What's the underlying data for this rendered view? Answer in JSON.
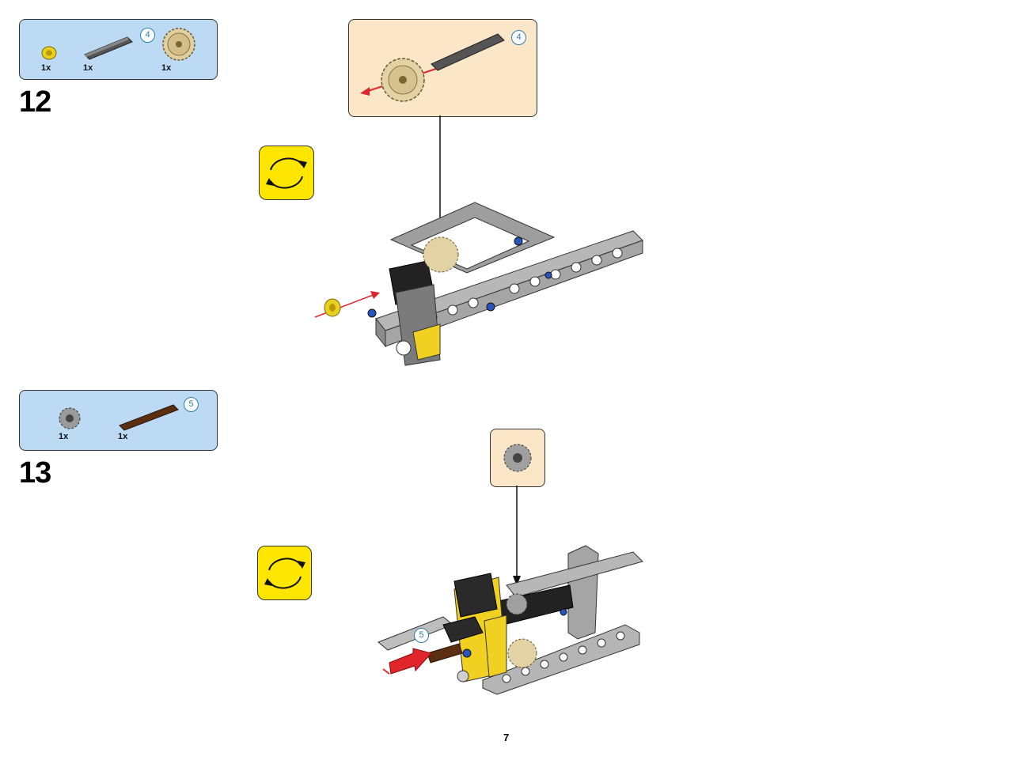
{
  "page": {
    "number": "7"
  },
  "steps": [
    {
      "number": "12",
      "parts": [
        {
          "qty": "1x",
          "icon": "bush-yellow-icon"
        },
        {
          "qty": "1x",
          "icon": "axle-grey-icon",
          "length_badge": "4"
        },
        {
          "qty": "1x",
          "icon": "gear-tan-icon"
        }
      ],
      "callout": {
        "length_badge": "4",
        "icon": "axle-gear-assembly-icon"
      },
      "rotate_icon": "rotate-model-icon"
    },
    {
      "number": "13",
      "parts": [
        {
          "qty": "1x",
          "icon": "gear-small-grey-icon"
        },
        {
          "qty": "1x",
          "icon": "axle-brown-icon",
          "length_badge": "5"
        }
      ],
      "callout": {
        "icon": "gear-small-grey-icon"
      },
      "rotate_icon": "rotate-model-icon",
      "model_length_badge": "5"
    }
  ],
  "colors": {
    "parts_bg": "#bcdaf3",
    "callout_bg": "#fbe7c8",
    "rotate_bg": "#ffe600",
    "arrow_red": "#e0262b"
  }
}
